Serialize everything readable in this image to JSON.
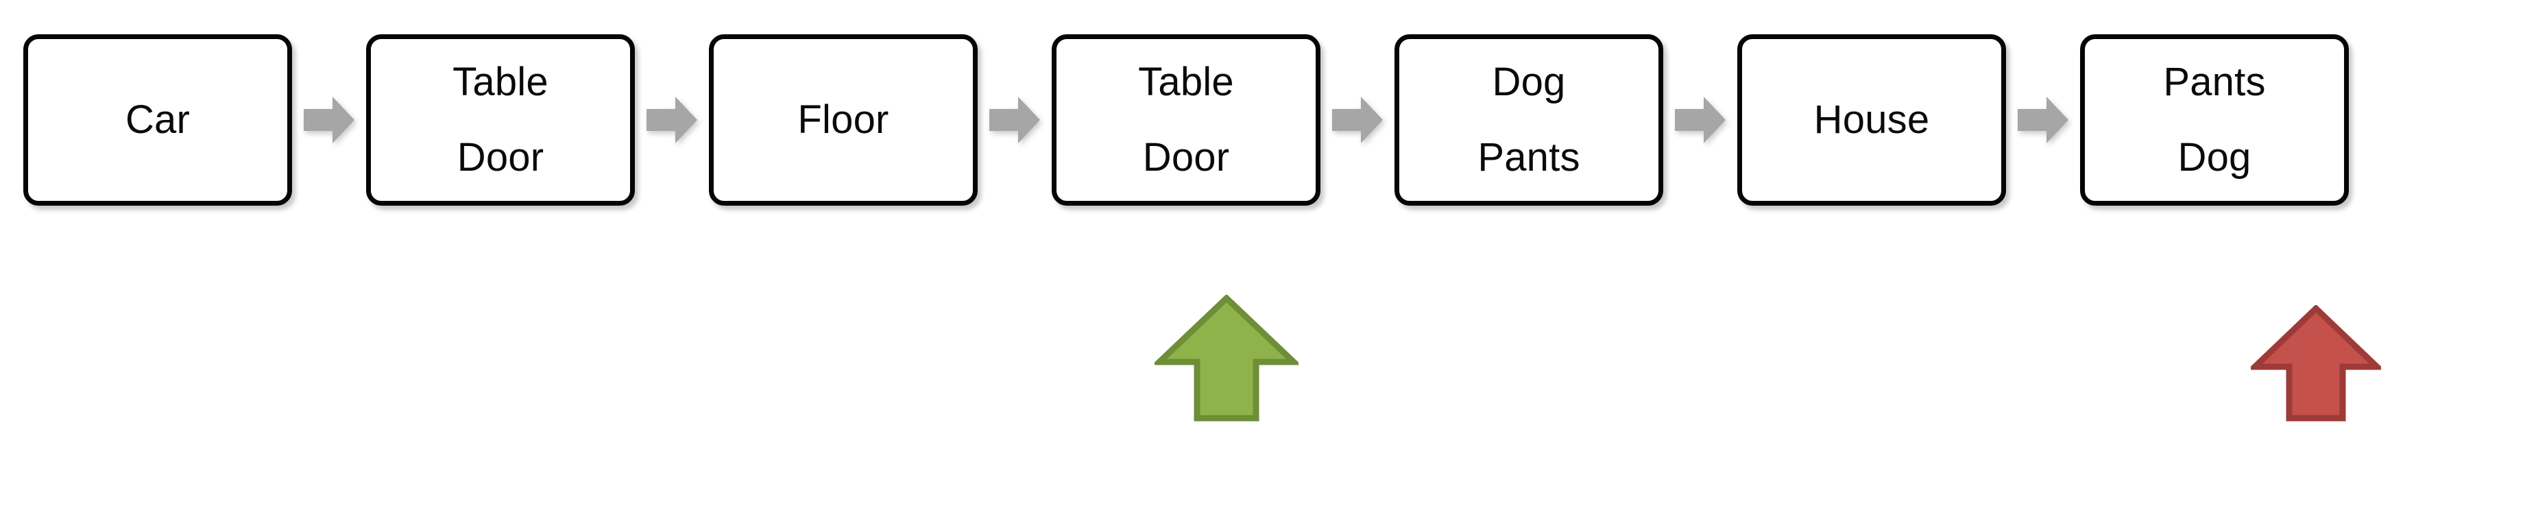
{
  "diagram": {
    "title": "Sequence of labelled boxes with directional arrows",
    "background_color": "#FFFFFF",
    "box_style": {
      "fill": "#FFFFFF",
      "border_color": "#050505",
      "text_color": "#0A0A0A"
    },
    "connector_arrow": {
      "name": "right-arrow-icon",
      "color": "#A6A6A6",
      "direction": "right"
    },
    "nodes": [
      {
        "id": "node-1",
        "lines": [
          "Car"
        ]
      },
      {
        "id": "node-2",
        "lines": [
          "Table",
          "Door"
        ]
      },
      {
        "id": "node-3",
        "lines": [
          "Floor"
        ]
      },
      {
        "id": "node-4",
        "lines": [
          "Table",
          "Door"
        ]
      },
      {
        "id": "node-5",
        "lines": [
          "Dog",
          "Pants"
        ]
      },
      {
        "id": "node-6",
        "lines": [
          "House"
        ]
      },
      {
        "id": "node-7",
        "lines": [
          "Pants",
          "Dog"
        ]
      }
    ],
    "markers": [
      {
        "id": "marker-green",
        "name": "up-arrow-green",
        "direction": "up",
        "fill": "#8FB24A",
        "stroke": "#6E8E37",
        "points_at": "node-4"
      },
      {
        "id": "marker-red",
        "name": "up-arrow-red",
        "direction": "up",
        "fill": "#C4514C",
        "stroke": "#9E3B38",
        "points_at": "node-7"
      }
    ]
  }
}
